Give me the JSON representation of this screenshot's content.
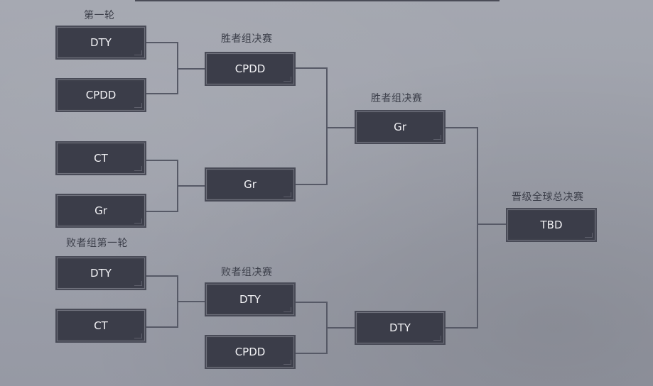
{
  "colors": {
    "background": "#9ea1ab",
    "box_fill": "#3b3d49",
    "box_text": "#f2f2f5",
    "label_text": "#3b3e49",
    "connector": "#565966"
  },
  "labels": {
    "round1": "第一轮",
    "winners_semi_top": "胜者组决赛",
    "winners_final": "胜者组决赛",
    "grand_final": "晋级全球总决赛",
    "losers_round1": "败者组第一轮",
    "losers_final": "败者组决赛"
  },
  "bracket": {
    "winners_round1": [
      {
        "team": "DTY"
      },
      {
        "team": "CPDD"
      },
      {
        "team": "CT"
      },
      {
        "team": "Gr"
      }
    ],
    "winners_round2": [
      {
        "team": "CPDD"
      },
      {
        "team": "Gr"
      }
    ],
    "winners_final": {
      "team": "Gr"
    },
    "losers_round1": [
      {
        "team": "DTY"
      },
      {
        "team": "CT"
      }
    ],
    "losers_round2": [
      {
        "team": "DTY"
      },
      {
        "team": "CPDD"
      }
    ],
    "losers_final": {
      "team": "DTY"
    },
    "grand_final": {
      "team": "TBD"
    }
  }
}
